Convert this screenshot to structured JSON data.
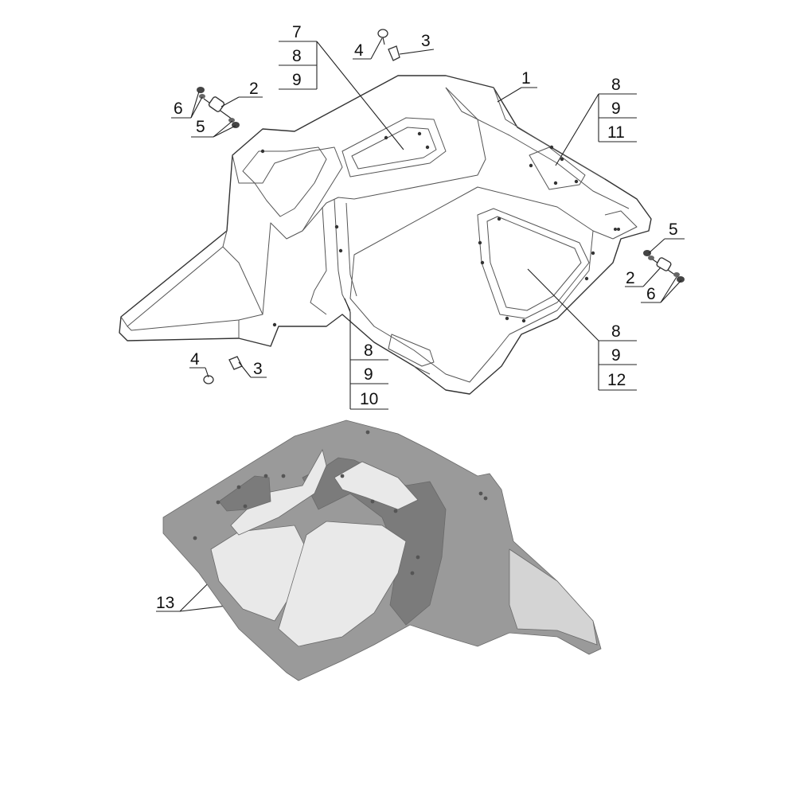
{
  "colors": {
    "background": "#ffffff",
    "line_art": "#333333",
    "shaded_part": "#9a9a9a",
    "shaded_part_dark": "#7b7b7b",
    "shaded_part_light": "#d4d4d4",
    "panel": "#e9e9e9"
  },
  "callouts": {
    "c1": "1",
    "c2a": "2",
    "c2b": "2",
    "c3a": "3",
    "c3b": "3",
    "c4a": "4",
    "c4b": "4",
    "c5a": "5",
    "c5b": "5",
    "c6a": "6",
    "c6b": "6",
    "c13": "13"
  },
  "stacks": {
    "top_center": [
      "7",
      "8",
      "9"
    ],
    "top_right": [
      "8",
      "9",
      "11"
    ],
    "mid_right": [
      "8",
      "9",
      "12"
    ],
    "bottom_center": [
      "8",
      "9",
      "10"
    ]
  }
}
